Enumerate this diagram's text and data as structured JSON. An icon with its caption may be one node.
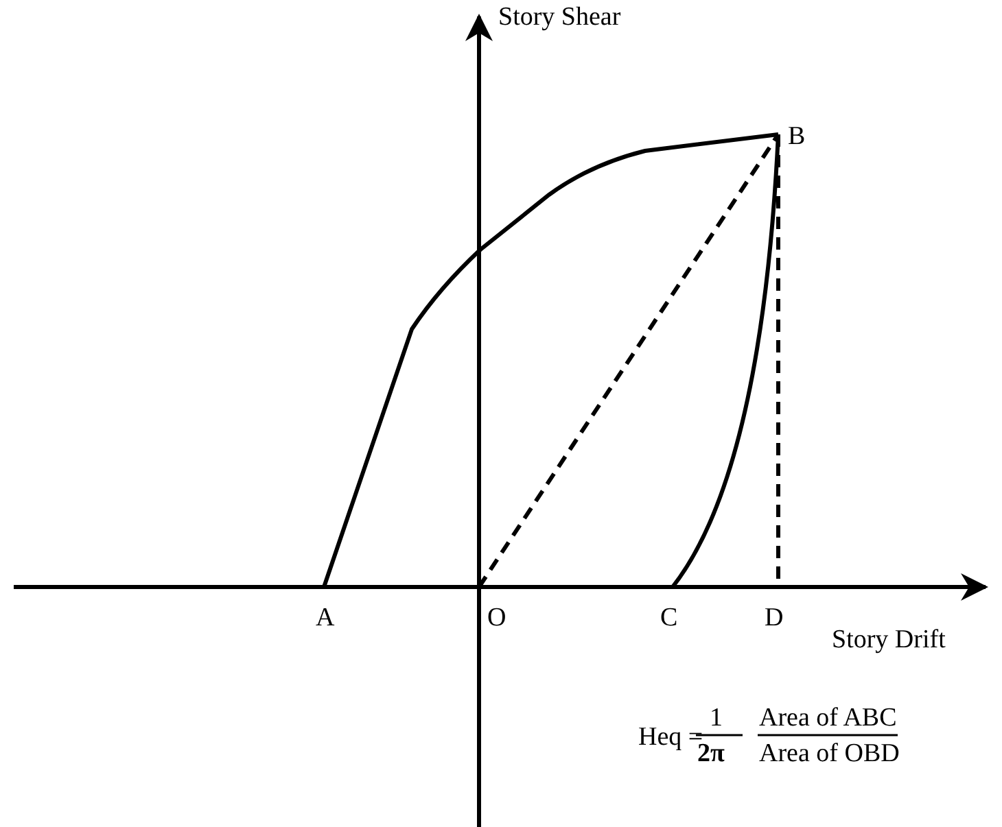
{
  "diagram": {
    "labels": [
      "Story Shear",
      "B",
      "A",
      "O",
      "C",
      "D",
      "Story Drift",
      "Heq =",
      "1",
      "2π",
      "Area of ABC",
      "Area of OBD"
    ]
  }
}
